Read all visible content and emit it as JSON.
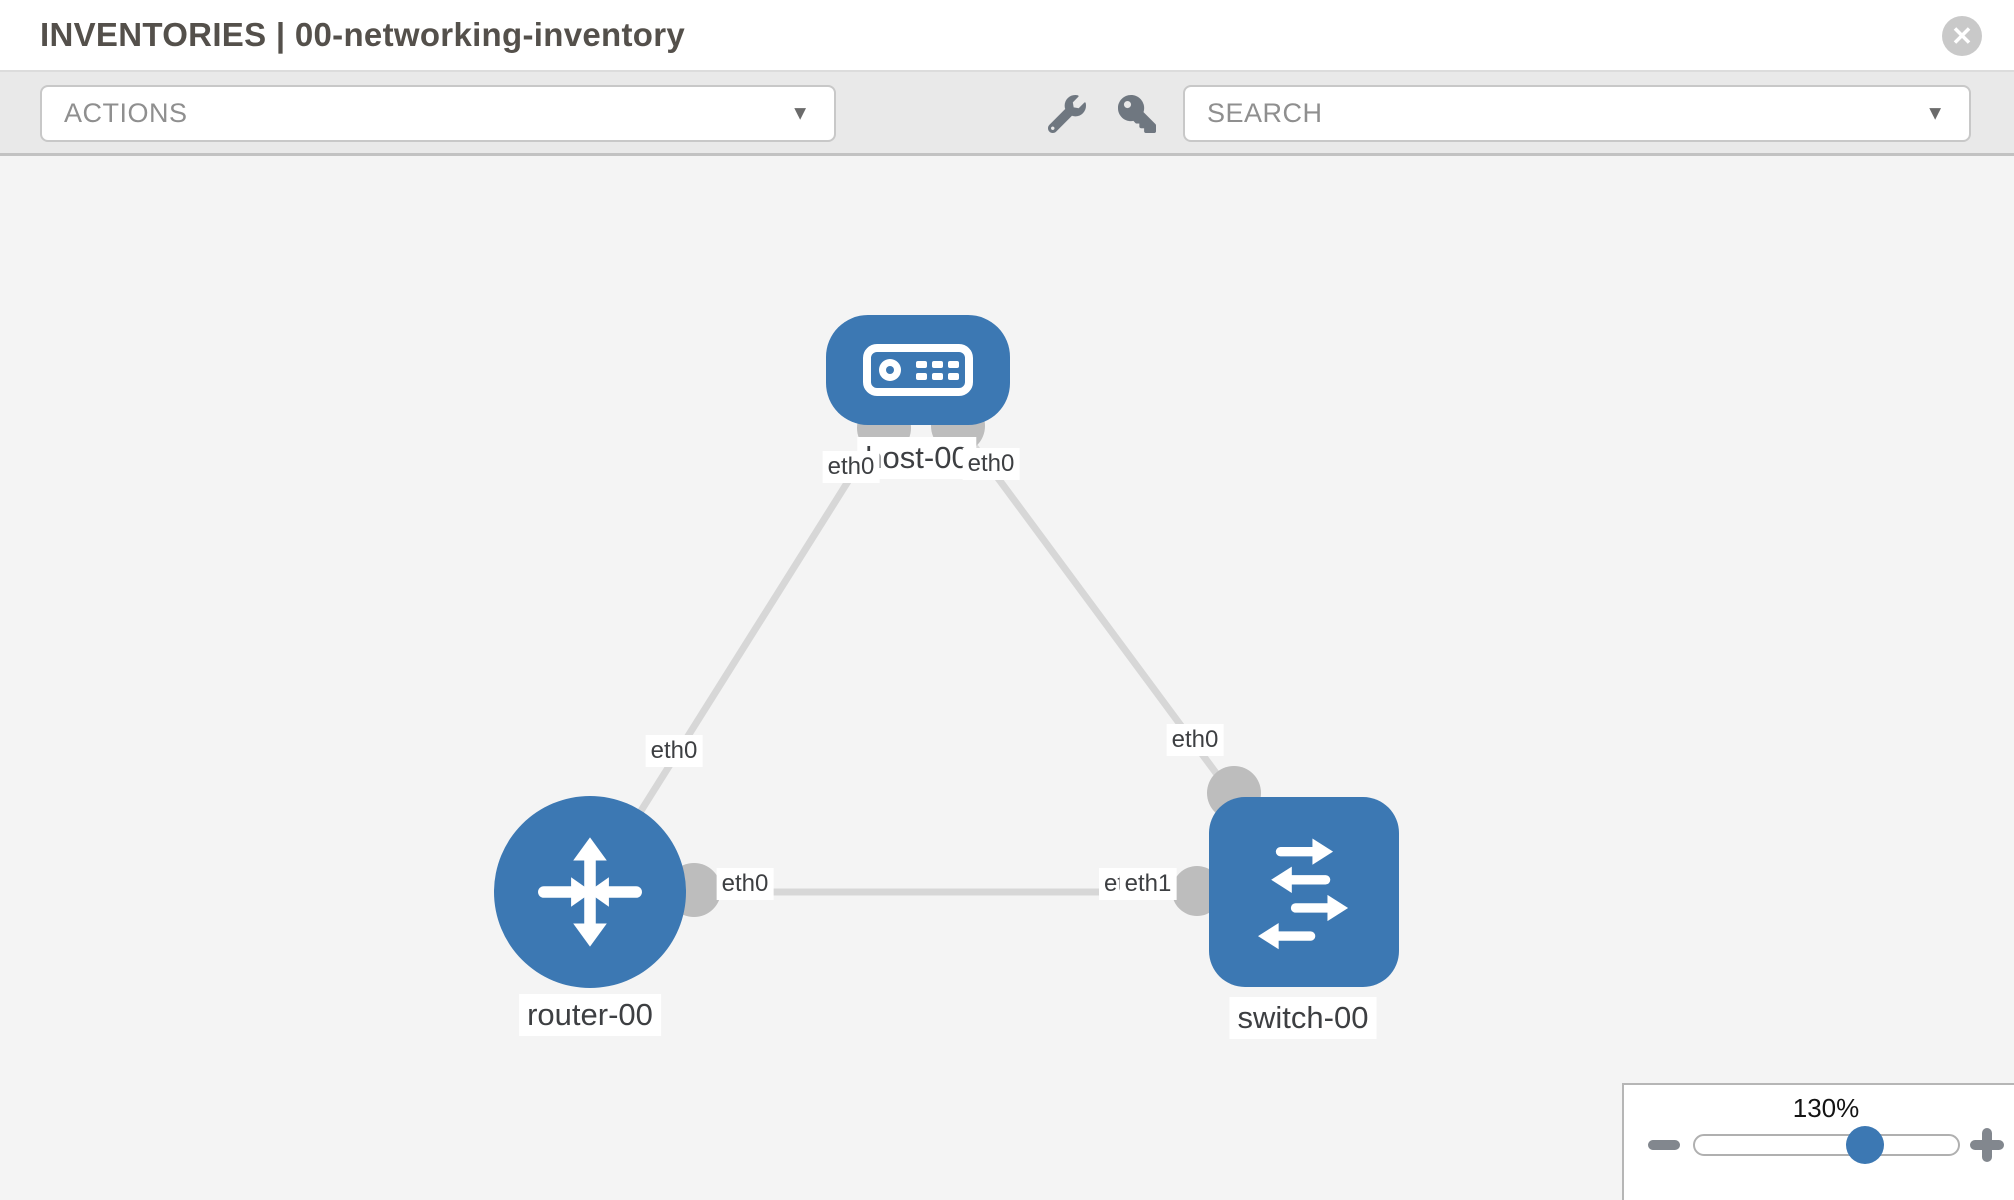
{
  "window": {
    "title": "INVENTORIES | 00-networking-inventory"
  },
  "icons": {
    "close_glyph": "✕",
    "caret_glyph": "▼",
    "wrench": "wrench-icon",
    "key": "key-icon"
  },
  "toolbar": {
    "actions_placeholder": "ACTIONS",
    "search_placeholder": "SEARCH"
  },
  "topology": {
    "nodes": [
      {
        "label": "host-00",
        "type": "host"
      },
      {
        "label": "router-00",
        "type": "router"
      },
      {
        "label": "switch-00",
        "type": "switch"
      }
    ],
    "links": [
      {
        "from": "router-00",
        "from_iface": "eth0",
        "to": "host-00",
        "to_iface": "eth0"
      },
      {
        "from": "host-00",
        "from_iface": "eth0",
        "to": "switch-00",
        "to_iface": "eth0"
      },
      {
        "from": "router-00",
        "from_iface": "eth0",
        "to": "switch-00",
        "to_iface": "eth1",
        "to_iface_overlap_fragment": "et"
      }
    ]
  },
  "zoom_control": {
    "level": "130%"
  },
  "colors": {
    "node_blue": "#3c78b3",
    "edge_gray": "#d7d7d7",
    "connector_gray": "#bdbdbd",
    "toolbar_gray": "#e9e9e9",
    "canvas_gray": "#f4f4f4"
  }
}
